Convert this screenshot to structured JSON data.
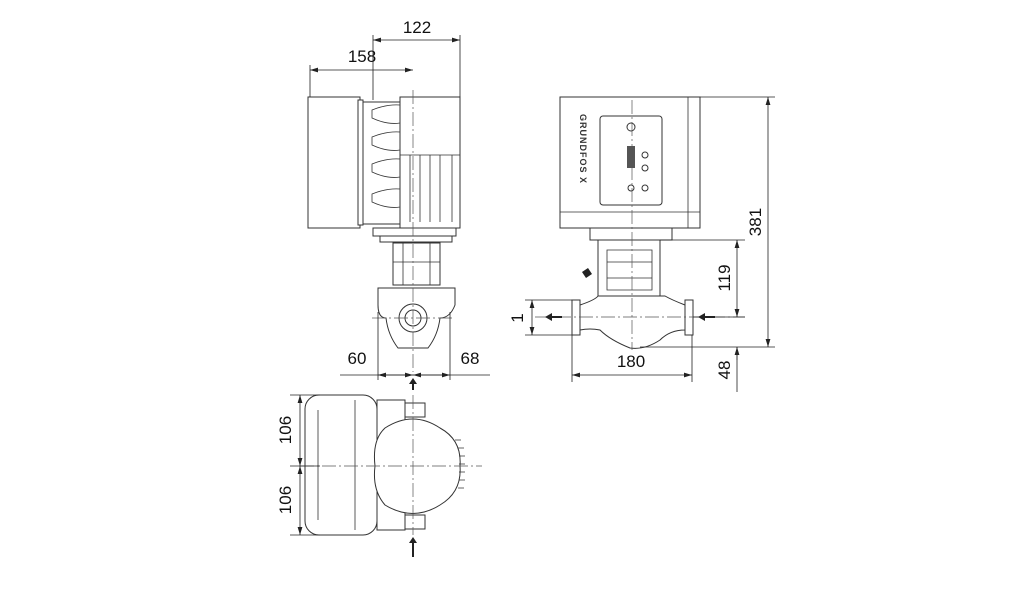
{
  "brand_logo": "GRUNDFOS X",
  "side_view": {
    "dim_motor_right": "122",
    "dim_motor_left": "158",
    "dim_port_left": "60",
    "dim_port_right": "68"
  },
  "front_view": {
    "dim_total_height": "381",
    "dim_upper_height": "119",
    "dim_bottom": "48",
    "dim_port_offset": "1",
    "dim_port_to_port": "180"
  },
  "top_view": {
    "dim_upper_half": "106",
    "dim_lower_half": "106"
  }
}
